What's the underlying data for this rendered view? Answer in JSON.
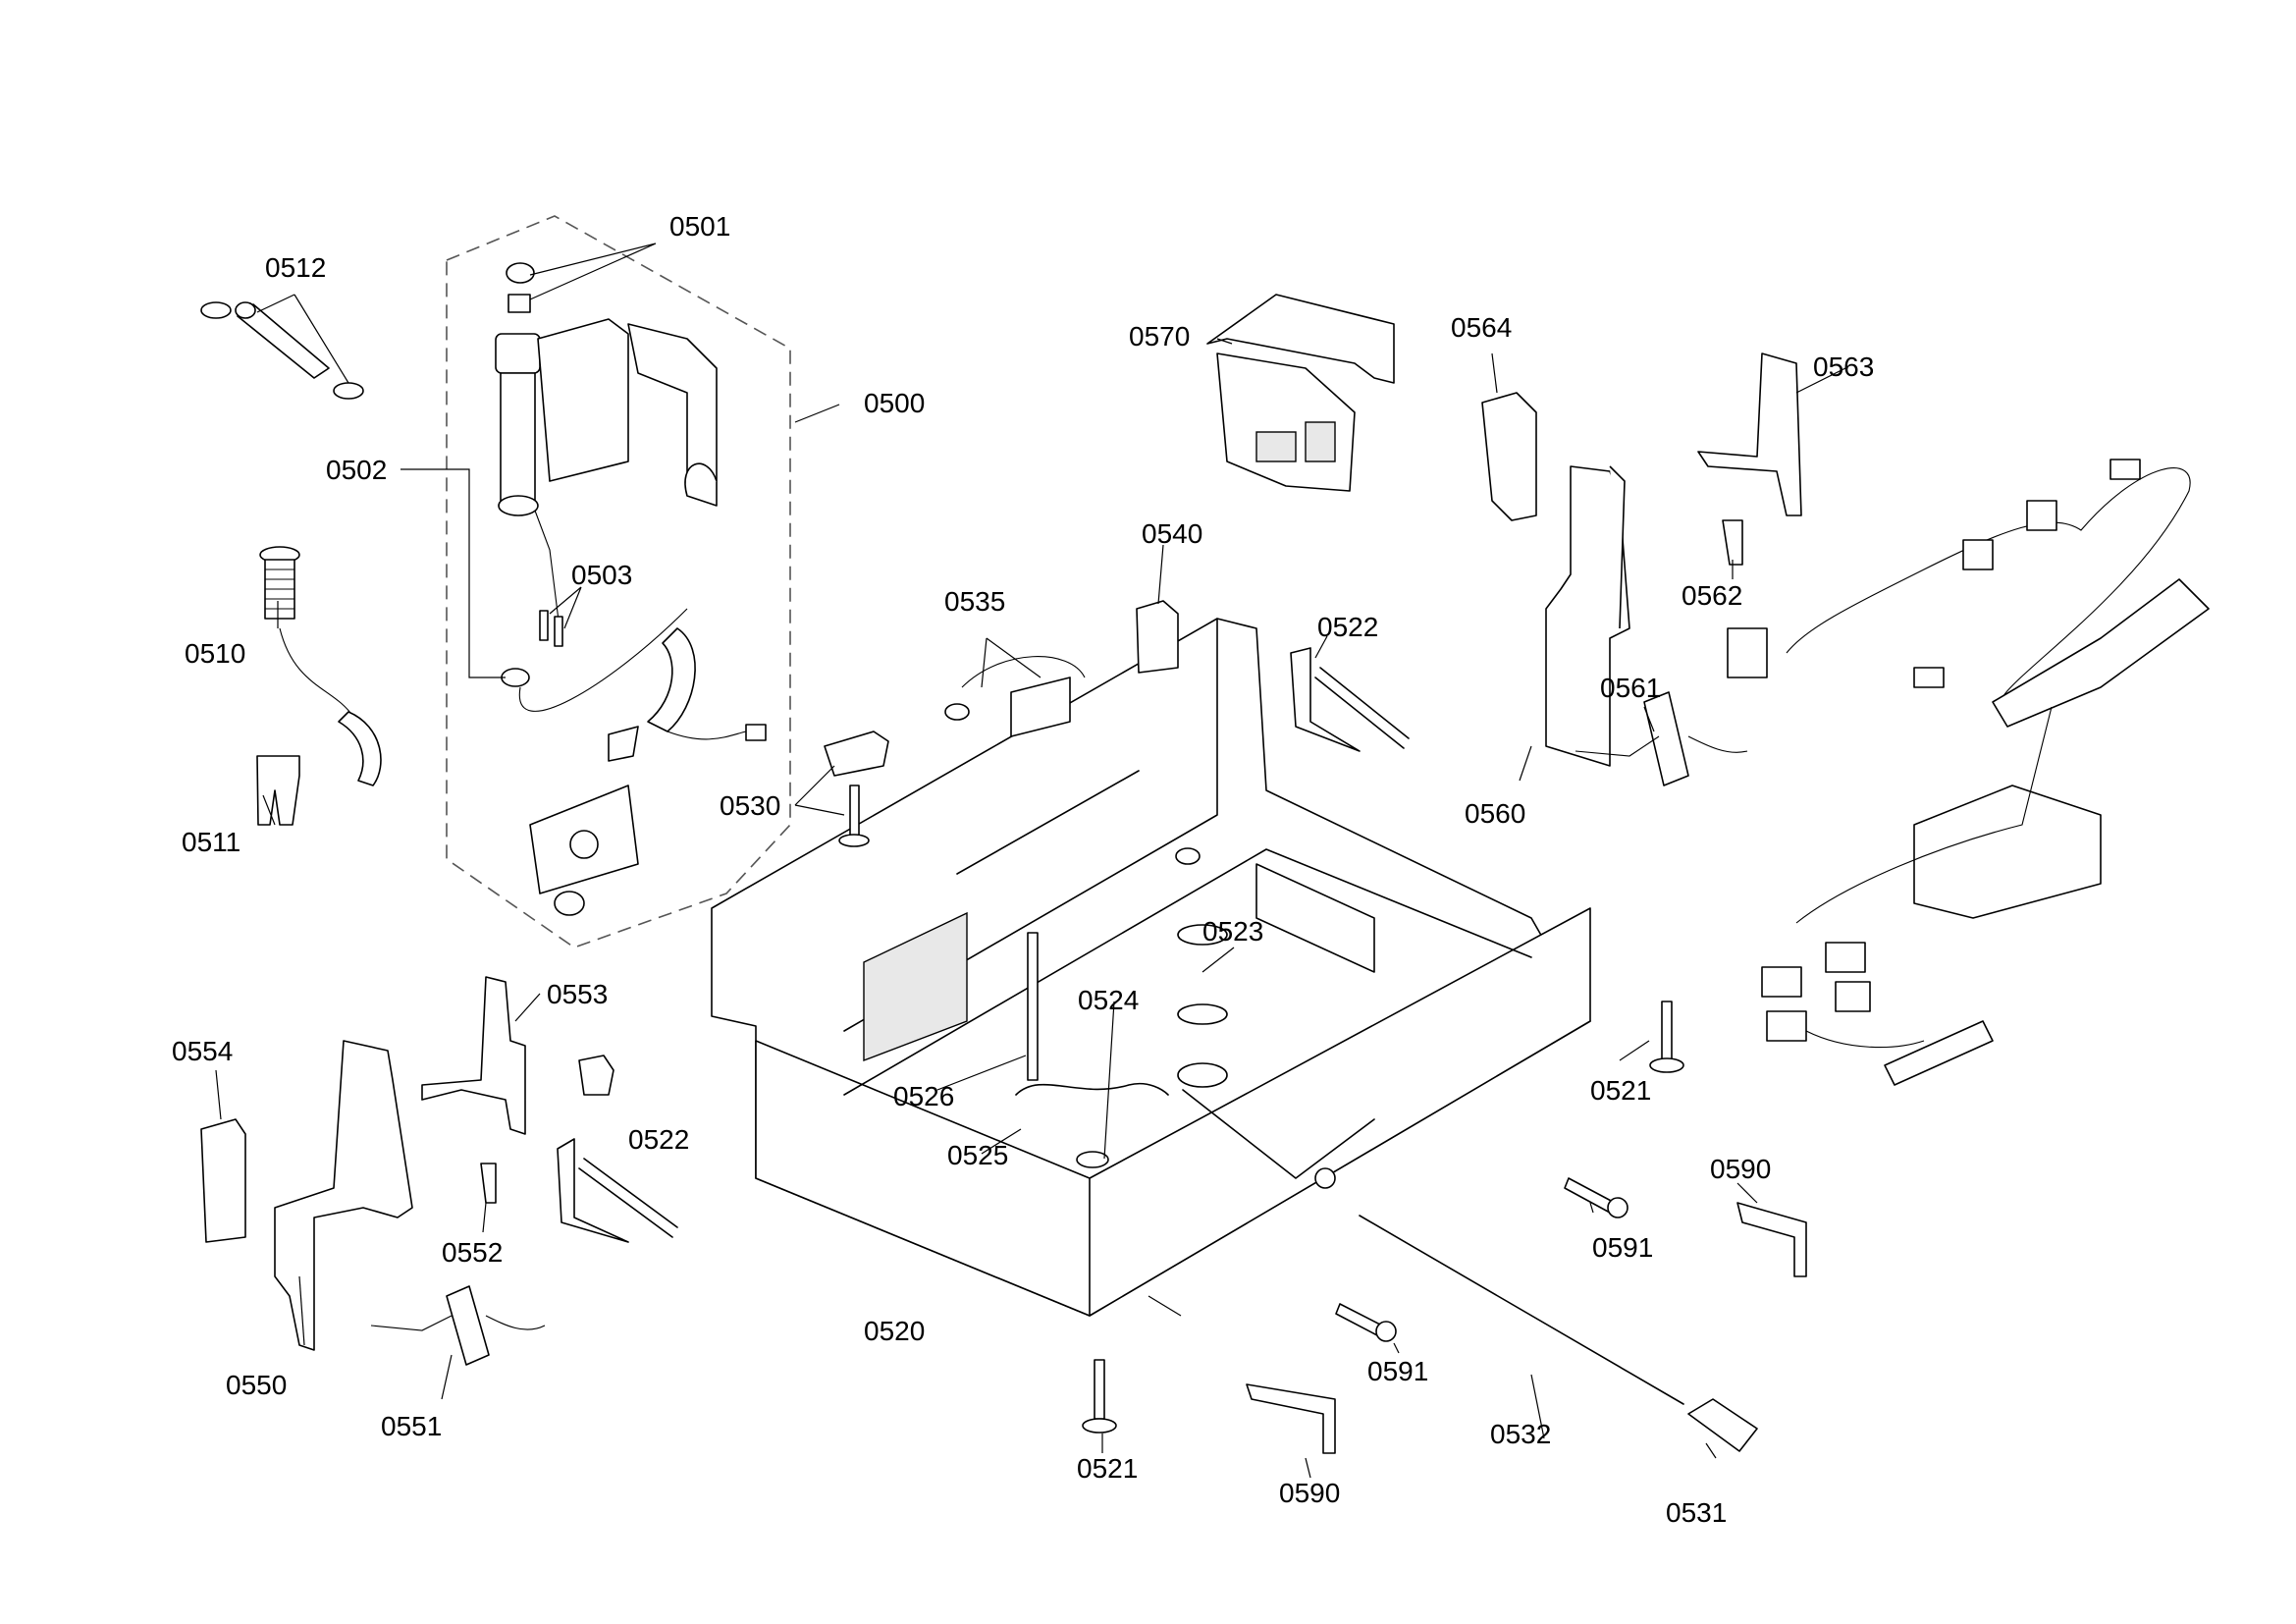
{
  "labels": {
    "p0500": "0500",
    "p0501": "0501",
    "p0502": "0502",
    "p0503": "0503",
    "p0510": "0510",
    "p0511": "0511",
    "p0512": "0512",
    "p0520": "0520",
    "p0521a": "0521",
    "p0521b": "0521",
    "p0522a": "0522",
    "p0522b": "0522",
    "p0523": "0523",
    "p0524": "0524",
    "p0525": "0525",
    "p0526": "0526",
    "p0530": "0530",
    "p0531": "0531",
    "p0532": "0532",
    "p0535": "0535",
    "p0540": "0540",
    "p0550": "0550",
    "p0551": "0551",
    "p0552": "0552",
    "p0553": "0553",
    "p0554": "0554",
    "p0560": "0560",
    "p0561": "0561",
    "p0562": "0562",
    "p0563": "0563",
    "p0564": "0564",
    "p0570": "0570",
    "p0590a": "0590",
    "p0590b": "0590",
    "p0591a": "0591",
    "p0591b": "0591"
  }
}
